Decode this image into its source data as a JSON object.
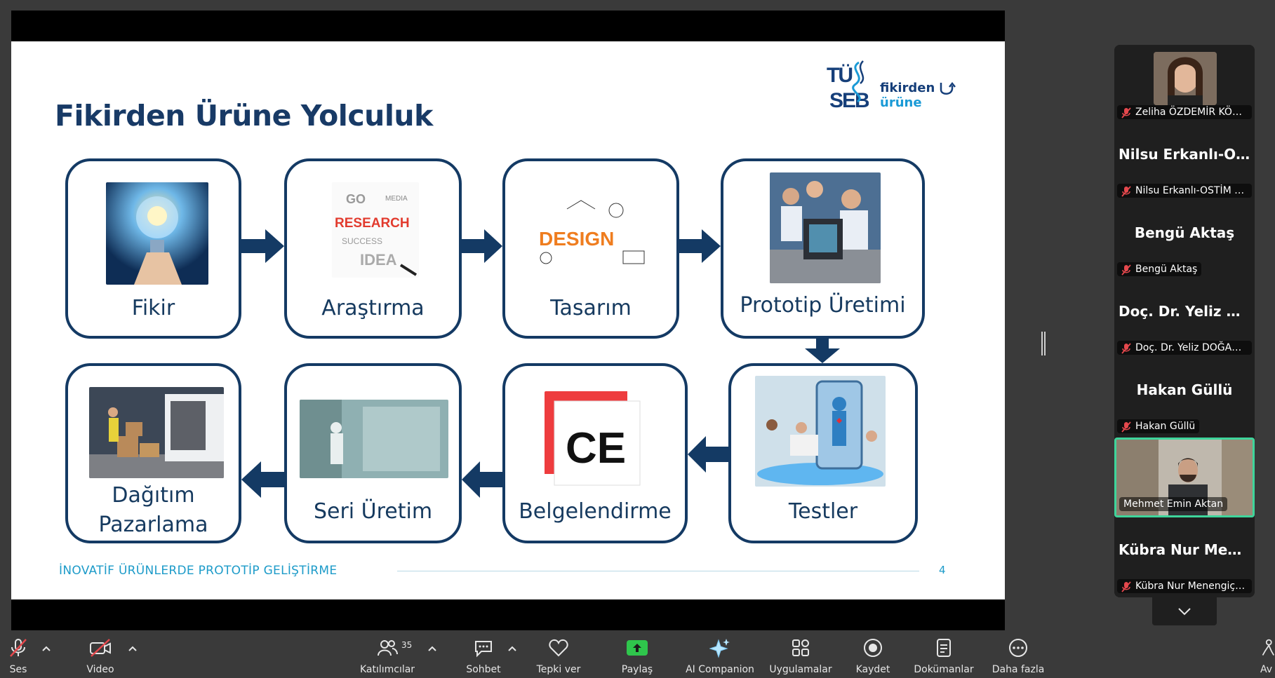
{
  "slide": {
    "title": "Fikirden Ürüne Yolculuk",
    "logo": {
      "org": "TÜSEB",
      "tagline_a": "fikirden",
      "tagline_b": "ürüne"
    },
    "steps": [
      {
        "label": "Fikir"
      },
      {
        "label": "Araştırma"
      },
      {
        "label": "Tasarım"
      },
      {
        "label": "Prototip Üretimi"
      },
      {
        "label": "Testler"
      },
      {
        "label": "Belgelendirme"
      },
      {
        "label": "Seri Üretim"
      },
      {
        "label": "Dağıtım Pazarlama"
      }
    ],
    "research_word": "RESEARCH",
    "design_word": "DESIGN",
    "ce_mark": "CE",
    "footer": "İNOVATİF ÜRÜNLERDE PROTOTİP GELİŞTİRME",
    "page_number": "4"
  },
  "participants": [
    {
      "display": "",
      "tag": "Zeliha ÖZDEMİR KÖKEN",
      "muted": true,
      "video": true
    },
    {
      "display": "Nilsu Erkanlı-OS...",
      "tag": "Nilsu Erkanlı-OSTİM M...",
      "muted": true
    },
    {
      "display": "Bengü Aktaş",
      "tag": "Bengü Aktaş",
      "muted": true
    },
    {
      "display": "Doç. Dr. Yeliz D...",
      "tag": "Doç. Dr. Yeliz DOĞAN ...",
      "muted": true
    },
    {
      "display": "Hakan Güllü",
      "tag": "Hakan Güllü",
      "muted": true
    },
    {
      "display": "",
      "tag": "Mehmet Emin Aktan",
      "muted": false,
      "video": true,
      "active": true
    },
    {
      "display": "Kübra Nur Men...",
      "tag": "Kübra Nur Menengiç, T...",
      "muted": true
    }
  ],
  "toolbar": {
    "audio": "Ses",
    "video": "Video",
    "participants": "Katılımcılar",
    "participants_count": "35",
    "chat": "Sohbet",
    "react": "Tepki ver",
    "share": "Paylaş",
    "ai": "AI Companion",
    "apps": "Uygulamalar",
    "record": "Kaydet",
    "docs": "Dokümanlar",
    "more": "Daha fazla",
    "overflow": "Av"
  },
  "colors": {
    "navy": "#143a64",
    "accent_teal": "#1d9bc9",
    "share_green": "#2fc64c",
    "active_border": "#3ed59b",
    "mute_red": "#e5484d"
  }
}
